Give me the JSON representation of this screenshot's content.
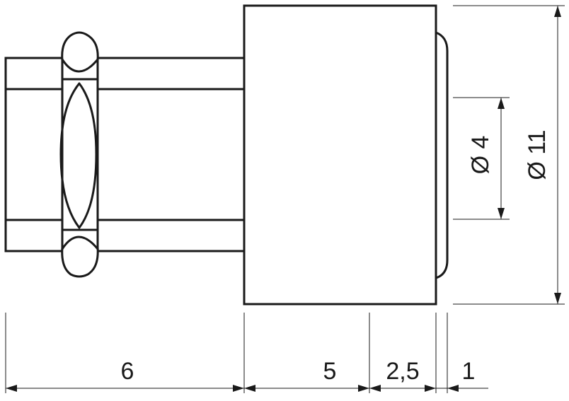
{
  "drawing": {
    "dimensions": {
      "thread_length": "6",
      "body_length": "5",
      "cap_length": "2,5",
      "button_length": "1",
      "button_diameter": "Ø 4",
      "body_diameter": "Ø 11"
    }
  }
}
